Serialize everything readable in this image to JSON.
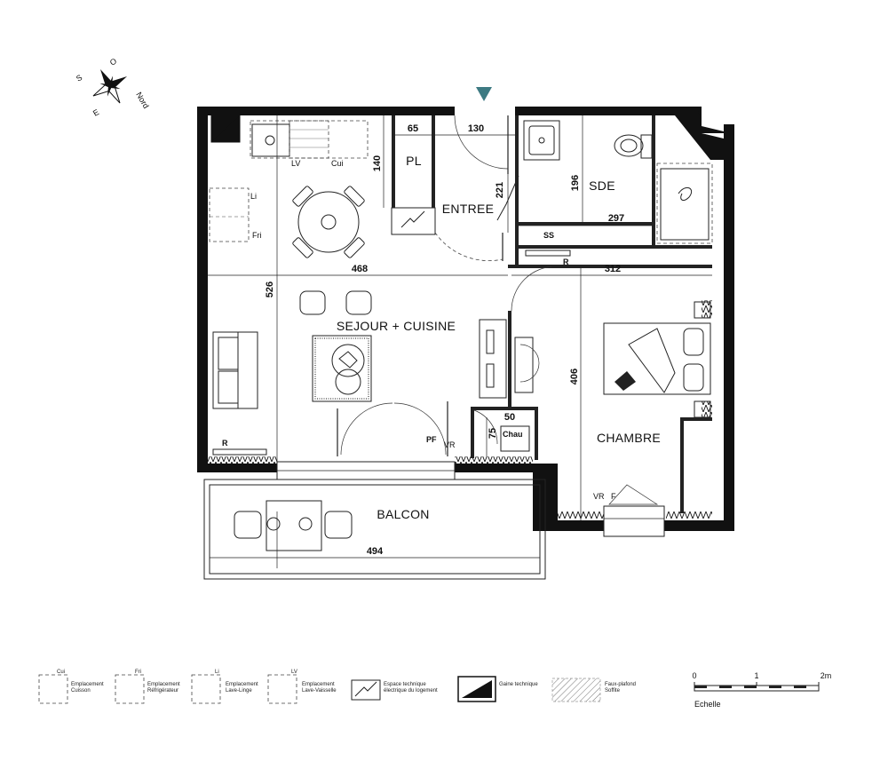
{
  "colors": {
    "wall": "#111111",
    "entry_marker": "#3d7a82",
    "hatch": "#777777"
  },
  "compass": {
    "n_label": "Nord",
    "s_label": "S",
    "e_label": "E",
    "o_label": "O"
  },
  "rooms": {
    "pl": "PL",
    "entree": "ENTREE",
    "sde": "SDE",
    "sejour": "SEJOUR + CUISINE",
    "chambre": "CHAMBRE",
    "balcon": "BALCON"
  },
  "dimensions": {
    "d130": "130",
    "d65": "65",
    "d140": "140",
    "d221": "221",
    "d196": "196",
    "d297": "297",
    "d468": "468",
    "d312": "312",
    "d526": "526",
    "d406": "406",
    "d50": "50",
    "d75": "75",
    "d494": "494"
  },
  "labels": {
    "lv": "LV",
    "cui": "Cui",
    "li": "Li",
    "fri": "Fri",
    "ss": "SS",
    "r": "R",
    "pf": "PF",
    "vr": "VR",
    "chau": "Chau"
  },
  "legend": [
    {
      "code": "Cui",
      "line1": "Emplacement",
      "line2": "Cuisson",
      "icon": "dashed-box-icon"
    },
    {
      "code": "Fri",
      "line1": "Emplacement",
      "line2": "Réfrigérateur",
      "icon": "dashed-box-icon"
    },
    {
      "code": "Li",
      "line1": "Emplacement",
      "line2": "Lave-Linge",
      "icon": "dashed-box-icon"
    },
    {
      "code": "LV",
      "line1": "Emplacement",
      "line2": "Lave-Vaisselle",
      "icon": "dashed-box-icon"
    },
    {
      "code": "",
      "line1": "Espace technique",
      "line2": "électrique du logement",
      "icon": "electrical-space-icon"
    },
    {
      "code": "",
      "line1": "Gaine technique",
      "line2": "",
      "icon": "technical-duct-icon"
    },
    {
      "code": "",
      "line1": "Faux-plafond",
      "line2": "Soffite",
      "icon": "false-ceiling-icon"
    }
  ],
  "scale": {
    "t0": "0",
    "t1": "1",
    "t2": "2m",
    "caption": "Echelle"
  }
}
